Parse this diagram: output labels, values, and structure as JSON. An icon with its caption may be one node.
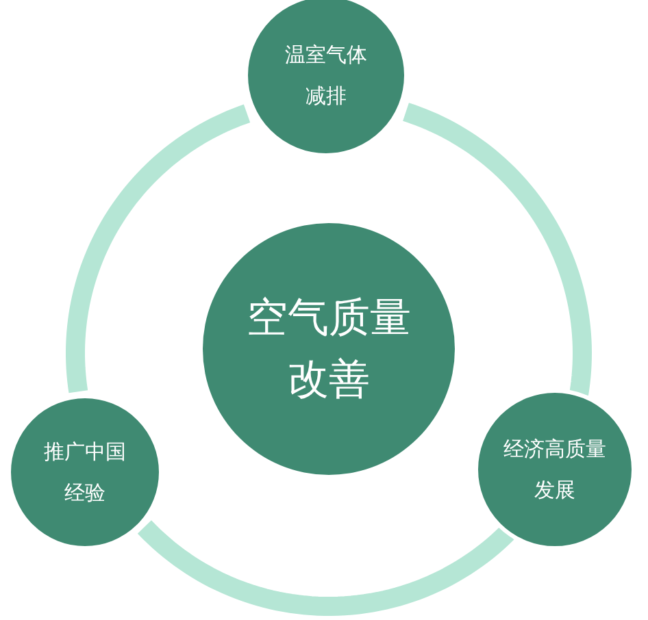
{
  "diagram": {
    "nodes": [
      {
        "text": [
          "温室气体减排"
        ]
      },
      {
        "text": [
          "空气质量改善"
        ]
      },
      {
        "text": [
          "推广中国经验"
        ]
      },
      {
        "text": [
          "经济高质量发展"
        ]
      }
    ],
    "edges": [
      {
        "from": 0,
        "to": 3,
        "arrow": "none"
      },
      {
        "from": 3,
        "to": 2,
        "arrow": "none"
      },
      {
        "from": 2,
        "to": 0,
        "arrow": "none"
      }
    ]
  }
}
